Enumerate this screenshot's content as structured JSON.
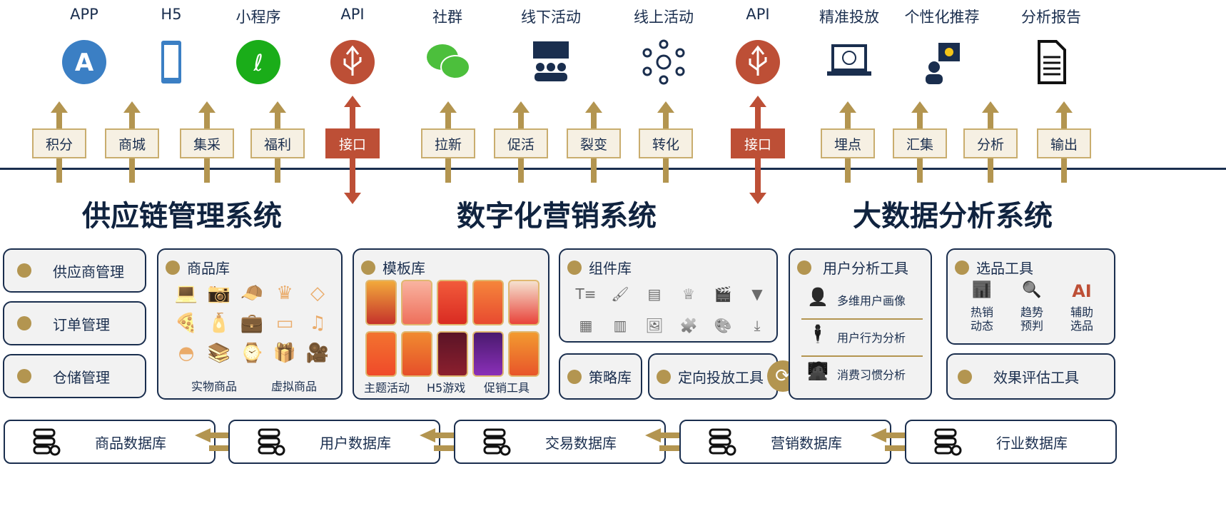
{
  "top_labels": [
    "APP",
    "H5",
    "小程序",
    "API",
    "社群",
    "线下活动",
    "线上活动",
    "API",
    "精准投放",
    "个性化推荐",
    "分析报告"
  ],
  "tags": [
    {
      "label": "积分",
      "type": "up"
    },
    {
      "label": "商城",
      "type": "up"
    },
    {
      "label": "集采",
      "type": "up"
    },
    {
      "label": "福利",
      "type": "up"
    },
    {
      "label": "接口",
      "type": "api"
    },
    {
      "label": "拉新",
      "type": "up"
    },
    {
      "label": "促活",
      "type": "up"
    },
    {
      "label": "裂变",
      "type": "up"
    },
    {
      "label": "转化",
      "type": "up"
    },
    {
      "label": "接口",
      "type": "api"
    },
    {
      "label": "埋点",
      "type": "up"
    },
    {
      "label": "汇集",
      "type": "up"
    },
    {
      "label": "分析",
      "type": "up"
    },
    {
      "label": "输出",
      "type": "up"
    }
  ],
  "systems": [
    "供应链管理系统",
    "数字化营销系统",
    "大数据分析系统"
  ],
  "supply": {
    "items": [
      "供应商管理",
      "订单管理",
      "仓储管理"
    ]
  },
  "goods": {
    "title": "商品库",
    "physical": "实物商品",
    "virtual": "虚拟商品"
  },
  "templates": {
    "title": "模板库",
    "labels": [
      "主题活动",
      "H5游戏",
      "促销工具"
    ]
  },
  "components": {
    "title": "组件库"
  },
  "strategy": {
    "title": "策略库"
  },
  "targeting": {
    "title": "定向投放工具"
  },
  "user_analysis": {
    "title": "用户分析工具",
    "items": [
      "多维用户画像",
      "用户行为分析",
      "消费习惯分析"
    ]
  },
  "selection": {
    "title": "选品工具",
    "items": [
      "热销\n动态",
      "趋势\n预判",
      "辅助\n选品"
    ]
  },
  "evaluation": {
    "title": "效果评估工具"
  },
  "databases": [
    "商品数据库",
    "用户数据库",
    "交易数据库",
    "营销数据库",
    "行业数据库"
  ],
  "colors": {
    "navy": "#1a2e4e",
    "gold": "#b39550",
    "api": "#bd4f36"
  }
}
